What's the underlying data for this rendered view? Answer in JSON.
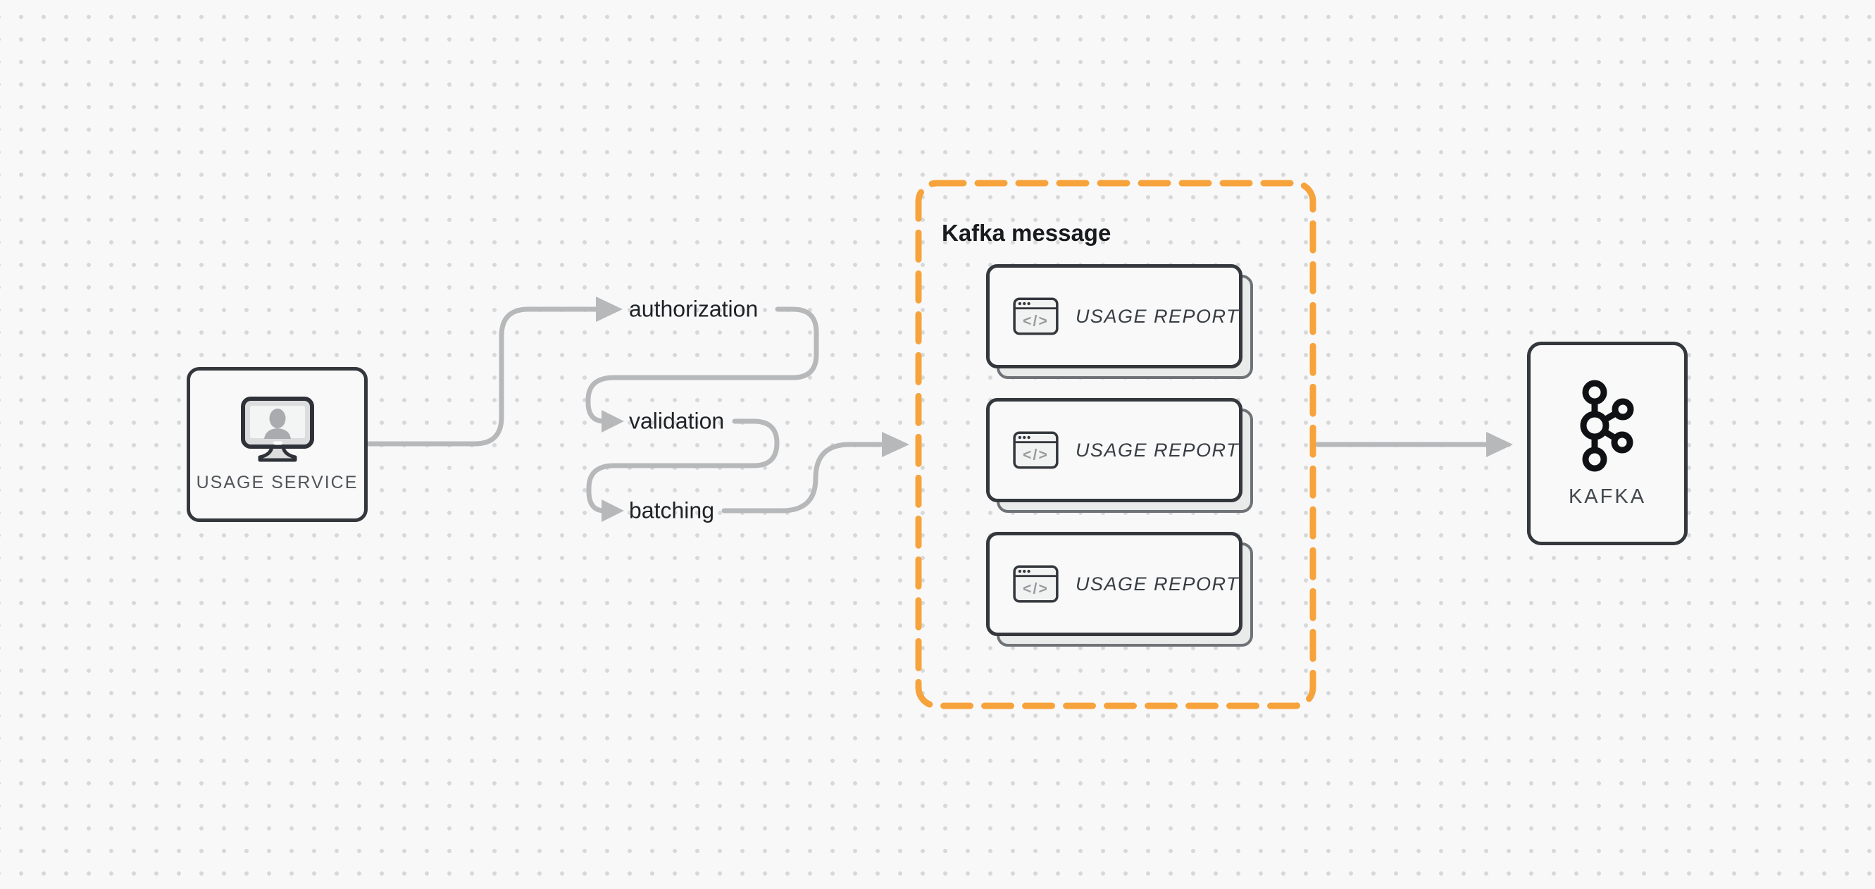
{
  "canvas": {
    "background": "#F8F8F9",
    "dot_color": "#D7D8DA",
    "connector_color": "#B6B8BA",
    "border_dark": "#34383D",
    "accent_orange": "#F7A33C"
  },
  "source_node": {
    "label": "USAGE SERVICE",
    "icon": "monitor-user-icon"
  },
  "steps": [
    {
      "label": "authorization"
    },
    {
      "label": "validation"
    },
    {
      "label": "batching"
    }
  ],
  "group": {
    "title": "Kafka message",
    "icon_glyph": "</>",
    "cards": [
      {
        "label": "USAGE REPORT"
      },
      {
        "label": "USAGE REPORT"
      },
      {
        "label": "USAGE REPORT"
      }
    ]
  },
  "sink_node": {
    "label": "KAFKA",
    "icon": "kafka-logo-icon"
  }
}
